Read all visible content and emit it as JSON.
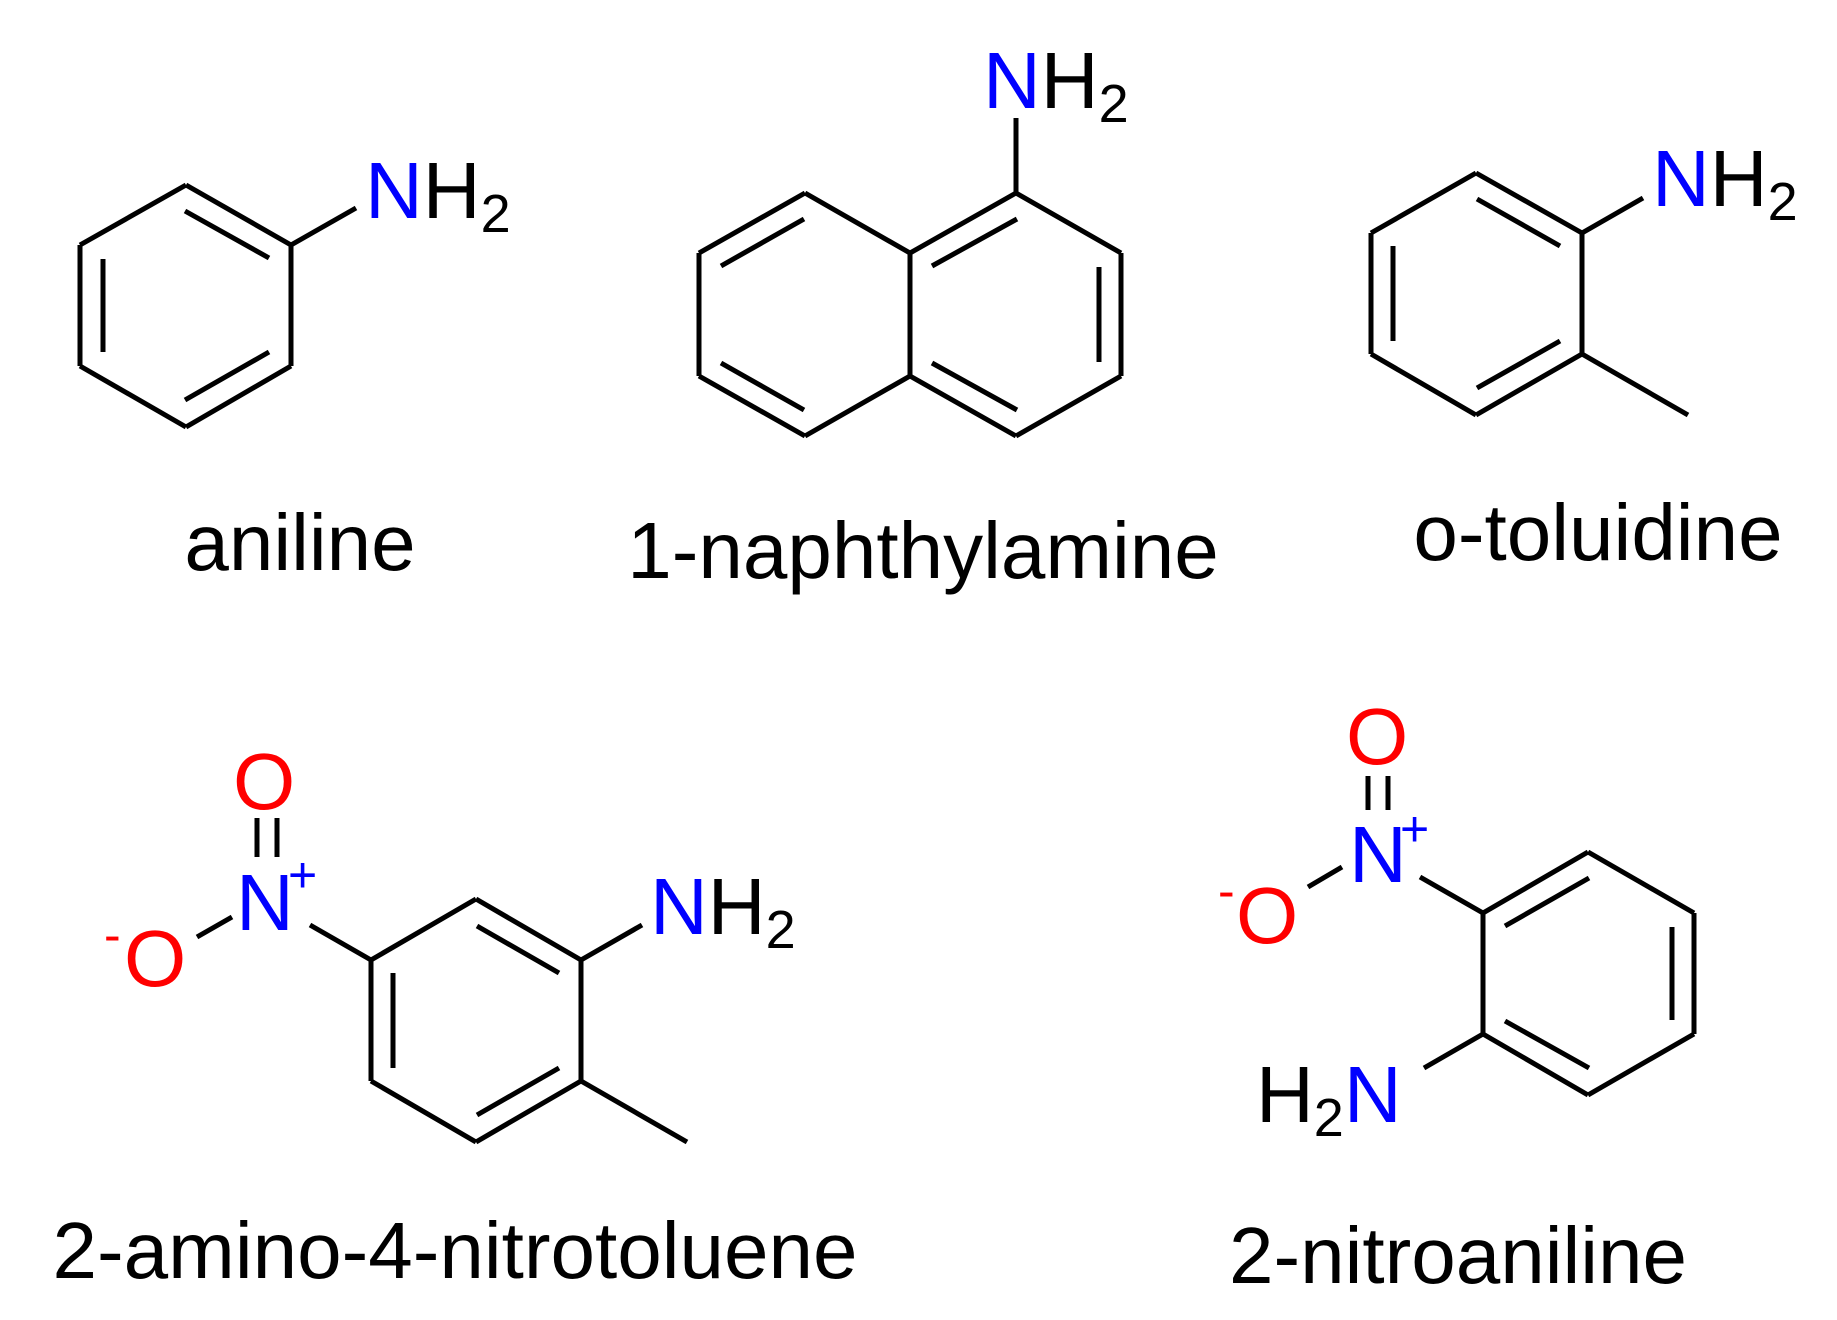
{
  "colors": {
    "bond": "#000000",
    "nitrogen": "#0000ff",
    "oxygen": "#ff0000",
    "hydrogen": "#000000",
    "text": "#000000"
  },
  "atoms": {
    "N": "N",
    "H": "H",
    "O": "O",
    "sub_2": "2",
    "plus": "+",
    "minus": "-"
  },
  "compounds": [
    {
      "id": "aniline",
      "name": "aniline"
    },
    {
      "id": "naphthylamine",
      "name": "1-naphthylamine"
    },
    {
      "id": "toluidine",
      "name": "o-toluidine"
    },
    {
      "id": "aminonitrotoluene",
      "name": "2-amino-4-nitrotoluene"
    },
    {
      "id": "nitroaniline",
      "name": "2-nitroaniline"
    }
  ]
}
